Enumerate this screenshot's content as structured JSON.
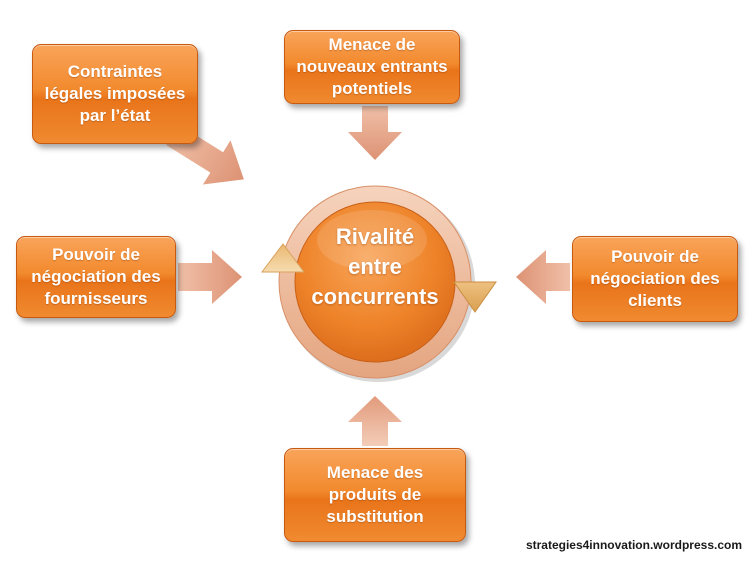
{
  "center": {
    "lines": [
      "Rivalité",
      "entre",
      "concurrents"
    ]
  },
  "forces": {
    "top": {
      "lines": [
        "Menace de",
        "nouveaux entrants",
        "potentiels"
      ]
    },
    "top_left": {
      "lines": [
        "Contraintes",
        "légales imposées",
        "par l’état"
      ]
    },
    "left": {
      "lines": [
        "Pouvoir de",
        "négociation des",
        "fournisseurs"
      ]
    },
    "right": {
      "lines": [
        "Pouvoir de",
        "négociation des",
        "clients"
      ]
    },
    "bottom": {
      "lines": [
        "Menace des",
        "produits de",
        "substitution"
      ]
    }
  },
  "watermark": "strategies4innovation.wordpress.com",
  "colors": {
    "box_orange": "#f28a2e",
    "arrow_peach": "#e9a98a",
    "ring": "#e8a070"
  }
}
